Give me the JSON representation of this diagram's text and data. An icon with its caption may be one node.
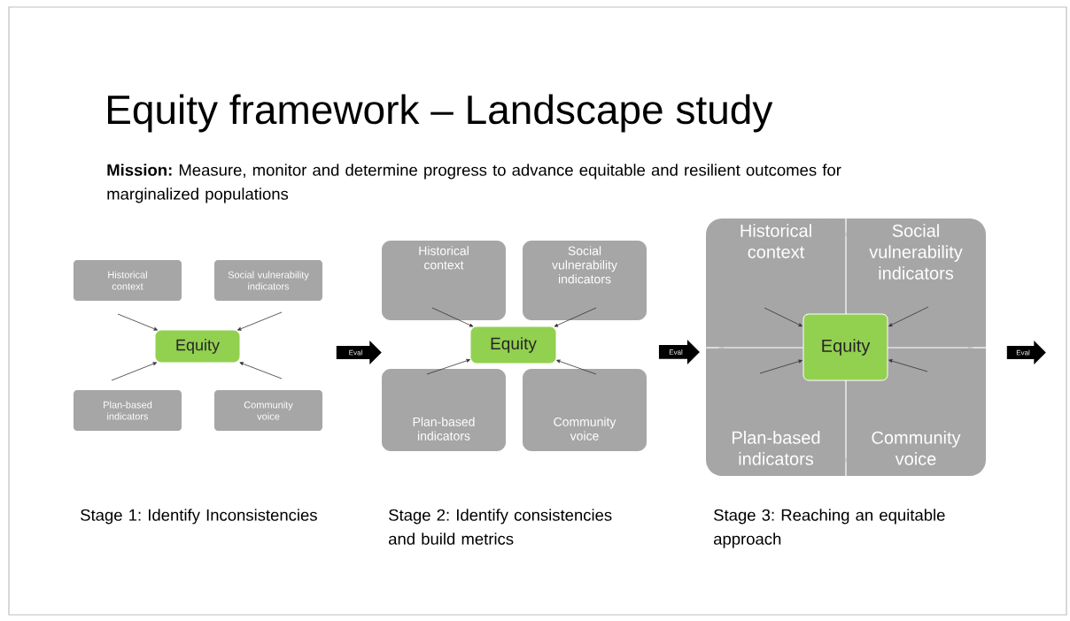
{
  "diagram": {
    "title": "Equity framework – Landscape study",
    "nodes": [
      {
        "text": [
          "Historical context"
        ]
      },
      {
        "text": [
          "Social vulnerability indicators"
        ]
      },
      {
        "text": [
          "Equity"
        ]
      },
      {
        "text": [
          "Plan-based indicators"
        ]
      },
      {
        "text": [
          "Community voice"
        ]
      },
      {
        "text": [
          "Eval"
        ]
      },
      {
        "text": [
          "Historical context"
        ]
      },
      {
        "text": [
          "Social vulnerability indicators"
        ]
      },
      {
        "text": [
          "Equity"
        ]
      },
      {
        "text": [
          "Plan-based indicators"
        ]
      },
      {
        "text": [
          "Community voice"
        ]
      },
      {
        "text": [
          "Eval"
        ]
      },
      {
        "text": [
          "Historical context"
        ]
      },
      {
        "text": [
          "Social vulnerability indicators"
        ]
      },
      {
        "text": [
          "Equity"
        ]
      },
      {
        "text": [
          "Plan-based indicators"
        ]
      },
      {
        "text": [
          "Community voice"
        ]
      },
      {
        "text": [
          "Eval"
        ]
      }
    ],
    "edges": [
      {
        "from": 0,
        "to": 2,
        "arrow": "to"
      },
      {
        "from": 1,
        "to": 2,
        "arrow": "to"
      },
      {
        "from": 3,
        "to": 2,
        "arrow": "to"
      },
      {
        "from": 4,
        "to": 2,
        "arrow": "to"
      },
      {
        "from": 6,
        "to": 8,
        "arrow": "to"
      },
      {
        "from": 7,
        "to": 8,
        "arrow": "to"
      },
      {
        "from": 9,
        "to": 8,
        "arrow": "to"
      },
      {
        "from": 10,
        "to": 8,
        "arrow": "to"
      },
      {
        "from": 12,
        "to": 14,
        "arrow": "to"
      },
      {
        "from": 13,
        "to": 14,
        "arrow": "to"
      },
      {
        "from": 15,
        "to": 14,
        "arrow": "to"
      },
      {
        "from": 16,
        "to": 14,
        "arrow": "to"
      }
    ],
    "labels": [
      "**Mission:** Measure, monitor and determine progress to advance equitable and resilient outcomes for marginalized populations",
      "Stage 1: Identify Inconsistencies",
      "Stage 2: Identify consistencies and build metrics",
      "Stage 3: Reaching an equitable approach"
    ]
  }
}
